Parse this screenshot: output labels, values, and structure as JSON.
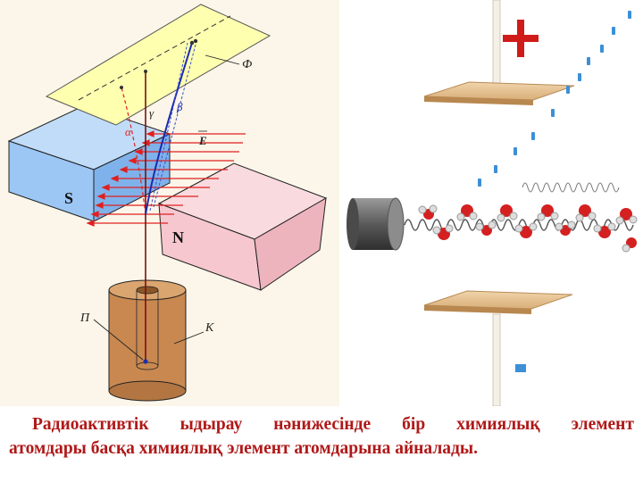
{
  "left_diagram": {
    "labels": {
      "screen": "Ф",
      "south_pole": "S",
      "north_pole": "N",
      "field": "E",
      "gamma": "γ",
      "alpha": "α",
      "beta": "β",
      "source": "П",
      "container": "К"
    },
    "colors": {
      "screen": "#ffffb0",
      "south_magnet": "#9cc6f4",
      "north_magnet": "#f6c7cf",
      "container": "#c88850",
      "field_lines": "#e02020"
    }
  },
  "right_diagram": {
    "colors": {
      "plate": "#e2bd8c",
      "positive_sign": "#d01b1b",
      "dots": "#3d8fd6",
      "atoms_red": "#d42020",
      "emitter": "#6a6a6a"
    }
  },
  "caption": {
    "line1": "Радиоактивтік ыдырау нәнижесінде бір химиялық элемент",
    "line2": "атомдары басқа химиялық элемент атомдарына айналады."
  }
}
